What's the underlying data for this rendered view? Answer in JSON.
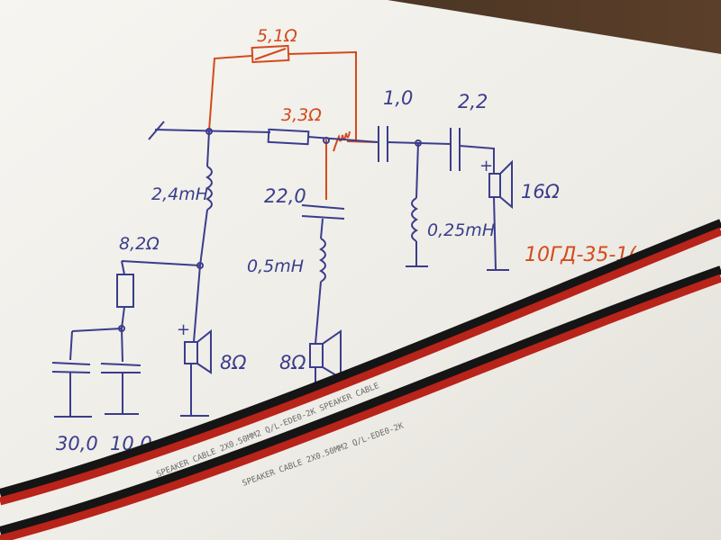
{
  "labels": {
    "r_parallel": "5,1Ω",
    "r_series": "3,3Ω",
    "c_series_1": "1,0",
    "c_series_2": "2,2",
    "l_main": "2,4mH",
    "c_mid": "22,0",
    "l_tweeter": "0,25mH",
    "tweeter_imp": "16Ω",
    "model": "10ГД-35-1(",
    "r_bass": "8,2Ω",
    "l_mid": "0,5mH",
    "woofer_imp": "8Ω",
    "mid_imp": "8Ω",
    "c_bass_1": "30,0",
    "c_bass_2": "10,0",
    "plus_1": "+",
    "plus_2": "+",
    "plus_3": "+"
  },
  "cable_print": {
    "text_1": "SPEAKER CABLE 2X0.50MM2  Q/L-EDE0-2K  SPEAKER CABLE",
    "text_2": "SPEAKER CABLE 2X0.50MM2  Q/L-EDE0-2K"
  },
  "colors": {
    "ink_blue": "#3a3d8c",
    "ink_red": "#d44a1c",
    "paper": "#f3f1ec",
    "cable_black": "#151515",
    "cable_red": "#b8231a"
  }
}
